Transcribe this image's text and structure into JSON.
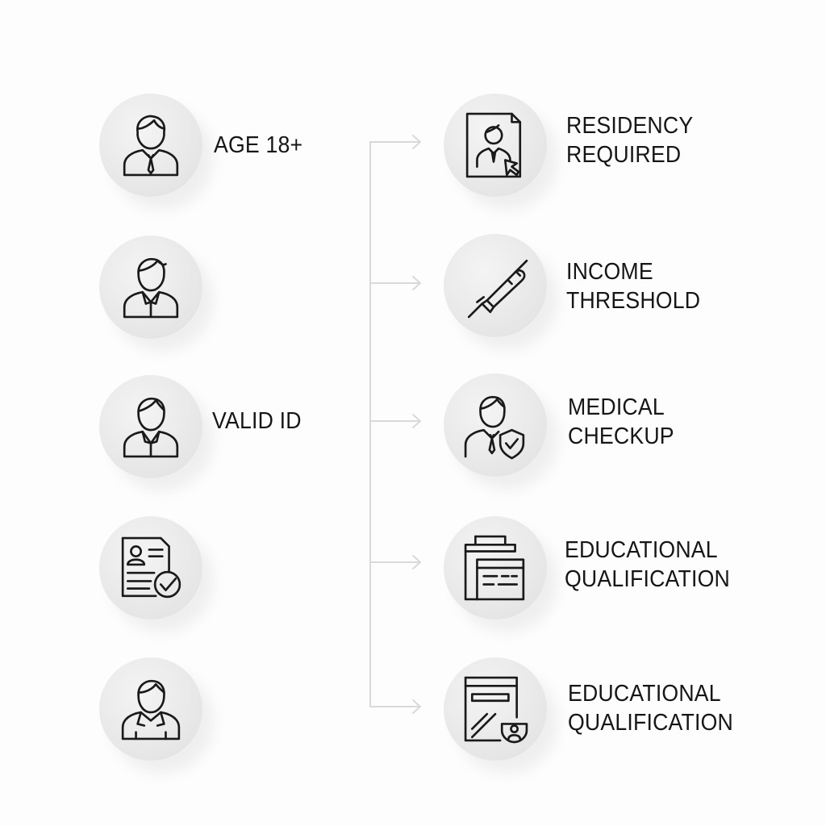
{
  "left_items": [
    {
      "icon": "person-tie-icon",
      "label": "AGE 18+"
    },
    {
      "icon": "person-suit-icon",
      "label": ""
    },
    {
      "icon": "person-jacket-icon",
      "label": "VALID ID"
    },
    {
      "icon": "document-check-icon",
      "label": ""
    },
    {
      "icon": "person-hoodie-icon",
      "label": ""
    }
  ],
  "right_items": [
    {
      "icon": "profile-document-cursor-icon",
      "line1": "RESIDENCY",
      "line2": "REQUIRED"
    },
    {
      "icon": "pen-icon",
      "line1": "INCOME",
      "line2": "THRESHOLD"
    },
    {
      "icon": "person-shield-icon",
      "line1": "MEDICAL",
      "line2": "CHECKUP"
    },
    {
      "icon": "printer-form-icon",
      "line1": "EDUCATIONAL",
      "line2": "QUALIFICATION"
    },
    {
      "icon": "form-badge-icon",
      "line1": "EDUCATIONAL",
      "line2": "QUALIFICATION"
    }
  ],
  "colors": {
    "icon_stroke": "#1a1a1a",
    "circle_fill": "#e8e8e8",
    "connector": "#d9d9d9",
    "text": "#161616"
  }
}
